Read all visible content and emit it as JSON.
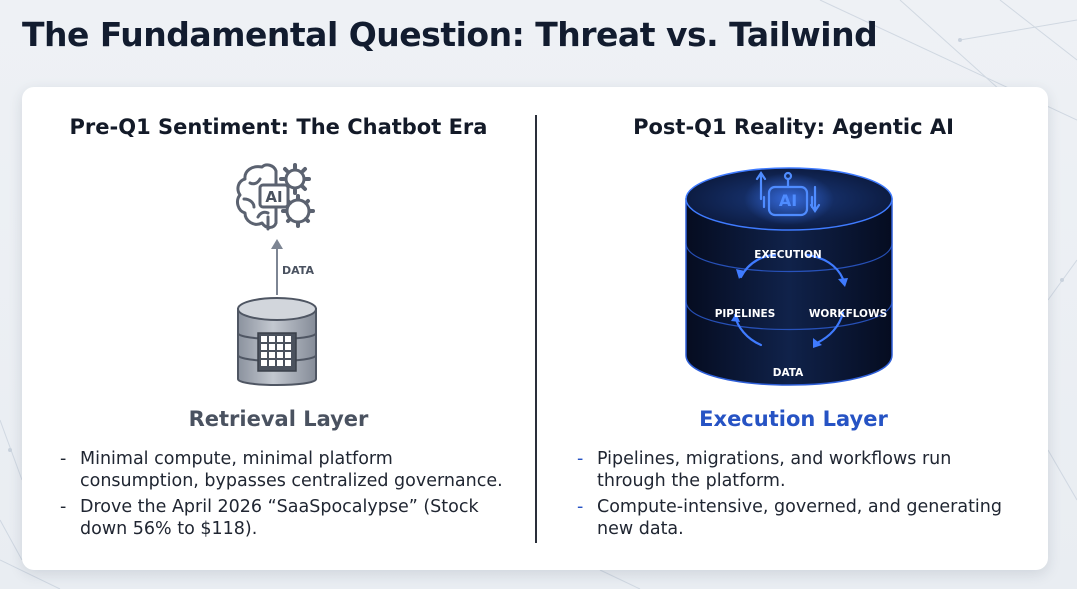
{
  "title": "The Fundamental Question: Threat vs. Tailwind",
  "left": {
    "heading": "Pre-Q1 Sentiment: The Chatbot Era",
    "ai_badge": "AI",
    "arrow_label": "DATA",
    "layer_title": "Retrieval Layer",
    "bullets": [
      {
        "dash": "-",
        "text": "Minimal compute, minimal platform consumption, bypasses centralized governance."
      },
      {
        "dash": "-",
        "text": "Drove the April 2026 “SaaSpocalypse” (Stock down 56% to $118)."
      }
    ]
  },
  "right": {
    "heading": "Post-Q1 Reality: Agentic AI",
    "ai_badge": "AI",
    "cycle": {
      "top": "EXECUTION",
      "left": "PIPELINES",
      "right": "WORKFLOWS",
      "bottom": "DATA"
    },
    "layer_title": "Execution Layer",
    "bullets": [
      {
        "dash": "-",
        "text": "Pipelines, migrations, and workflows run through the platform."
      },
      {
        "dash": "-",
        "text": "Compute-intensive, governed, and generating new data."
      }
    ]
  },
  "colors": {
    "title": "#121c2f",
    "accent_blue": "#2653c4",
    "retrieval_gray": "#4a5260",
    "cylinder_dark": "#0b1733",
    "glow_blue": "#3f7bff"
  }
}
